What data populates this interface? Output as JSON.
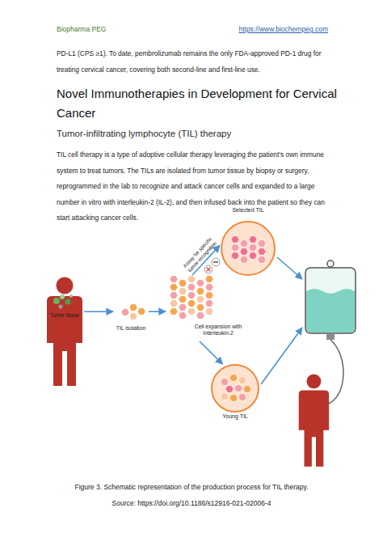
{
  "diagram": {
    "title": "Novel Immunotherapies in Development for Cervical Cancer",
    "caption": "Figure 3. Schematic representation of the production process for TIL therapy. Source: https://doi.org/10.1186/s12916-021-02006-4",
    "nodes": [
      {
        "text": [
          "Tumor tissue"
        ]
      },
      {
        "text": [
          "TIL isolation"
        ]
      },
      {
        "text": [
          "Cell expansion with Interleukin-2"
        ]
      },
      {
        "text": [
          "Selected TIL"
        ]
      },
      {
        "text": [
          "Young TIL"
        ]
      }
    ],
    "edges": [
      {
        "from": 0,
        "to": 1,
        "arrow": "to"
      },
      {
        "from": 1,
        "to": 2,
        "arrow": "to"
      },
      {
        "from": 2,
        "to": 3,
        "label": "Assay for specific tumor recognition",
        "arrow": "to"
      },
      {
        "from": 2,
        "to": 4,
        "arrow": "to"
      }
    ],
    "labels": [
      "Biopharma PEG",
      "https://www.biochempeg.com",
      "PD-L1 (CPS ≥1). To date, pembrolizumab remains the only FDA-approved PD-1 drug for treating cervical cancer, covering both second-line and first-line use.",
      "Tumor-infiltrating lymphocyte (TIL) therapy",
      "TIL cell therapy is a type of adoptive cellular therapy leveraging the patient’s own immune system to treat tumors. The TILs are isolated from tumor tissue by biopsy or surgery, reprogrammed in the lab to recognize and attack cancer cells and expanded to a large number in vitro with interleukin-2 (IL-2), and then infused back into the patient so they can start attacking cancer cells."
    ]
  }
}
